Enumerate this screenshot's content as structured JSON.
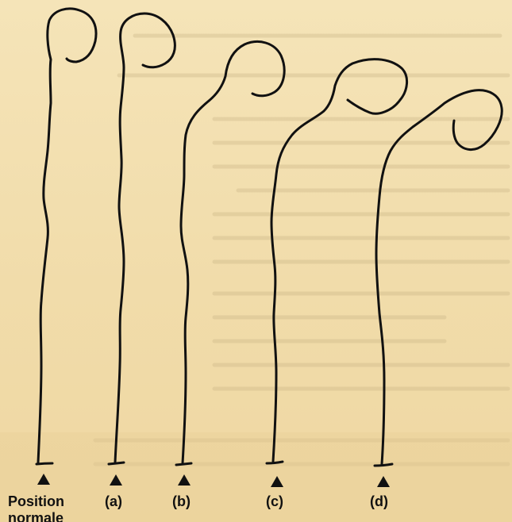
{
  "figure": {
    "background_color": "#f3e1b4",
    "ink_color": "#111111",
    "labels": {
      "normal": "Position normale",
      "a": "(a)",
      "b": "(b)",
      "c": "(c)",
      "d": "(d)"
    }
  }
}
